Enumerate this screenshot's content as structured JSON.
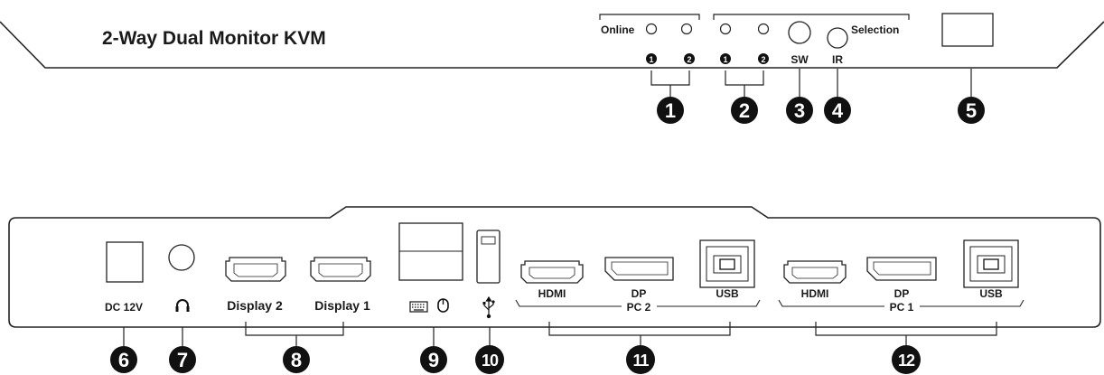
{
  "front": {
    "title": "2-Way Dual Monitor KVM",
    "online_label": "Online",
    "selection_label": "Selection",
    "port_1": "1",
    "port_2": "2",
    "sw_label": "SW",
    "ir_label": "IR"
  },
  "rear": {
    "dc_label": "DC 12V",
    "display2_label": "Display 2",
    "display1_label": "Display 1",
    "pc2": {
      "hdmi": "HDMI",
      "dp": "DP",
      "usb": "USB",
      "group": "PC 2"
    },
    "pc1": {
      "hdmi": "HDMI",
      "dp": "DP",
      "usb": "USB",
      "group": "PC 1"
    }
  },
  "icons": {
    "headphone": "headphone-icon",
    "keyboard": "keyboard-icon",
    "mouse": "mouse-icon",
    "usb": "usb-icon"
  },
  "callouts": [
    "1",
    "2",
    "3",
    "4",
    "5",
    "6",
    "7",
    "8",
    "9",
    "10",
    "11",
    "12"
  ]
}
